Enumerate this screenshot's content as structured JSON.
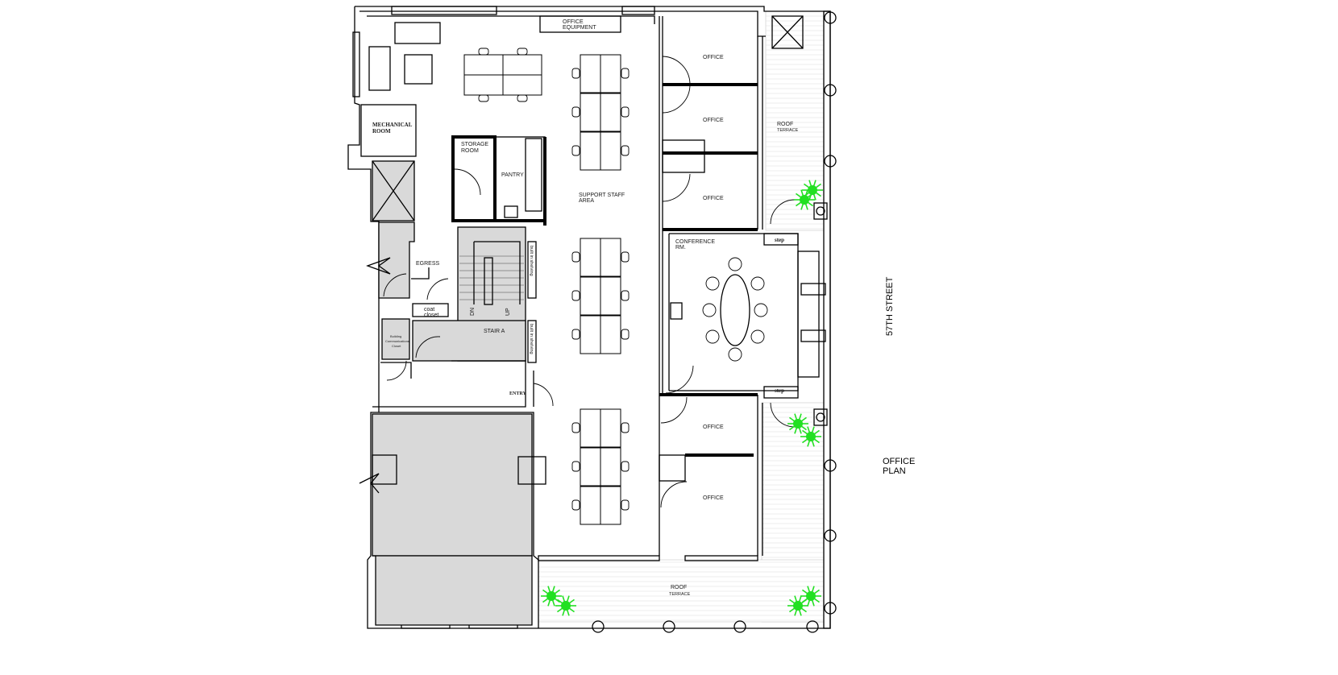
{
  "title": {
    "line1": "OFFICE",
    "line2": "PLAN"
  },
  "street": "57TH STREET",
  "rooms": {
    "office_equipment": {
      "line1": "OFFICE",
      "line2": "EQUIPMENT"
    },
    "mechanical": {
      "line1": "MECHANICAL",
      "line2": "ROOM"
    },
    "storage": {
      "line1": "STORAGE",
      "line2": "ROOM"
    },
    "pantry": "PANTRY",
    "support_staff": {
      "line1": "SUPPORT STAFF",
      "line2": "AREA"
    },
    "egress": "EGRESS",
    "coat_closet": {
      "line1": "coat",
      "line2": "closet"
    },
    "stair": {
      "name": "STAIR A",
      "dn": "DN",
      "up": "UP"
    },
    "comm_closet": {
      "line1": "Building",
      "line2": "Communications",
      "line3": "Closet"
    },
    "shelving_1": "built in shelving",
    "shelving_2": "built in shelving",
    "entry": "ENTRY",
    "offices": [
      "OFFICE",
      "OFFICE",
      "OFFICE",
      "OFFICE",
      "OFFICE"
    ],
    "conference": {
      "line1": "CONFERENCE",
      "line2": "RM."
    },
    "step_1": "step",
    "step_2": "step",
    "roof_terrace_1": {
      "line1": "ROOF",
      "line2": "TERRACE"
    },
    "roof_terrace_2": {
      "line1": "ROOF",
      "line2": "TERRACE"
    }
  },
  "colors": {
    "service_fill": "#d9d9d9",
    "plants": "#22e022",
    "walls": "#000000"
  }
}
